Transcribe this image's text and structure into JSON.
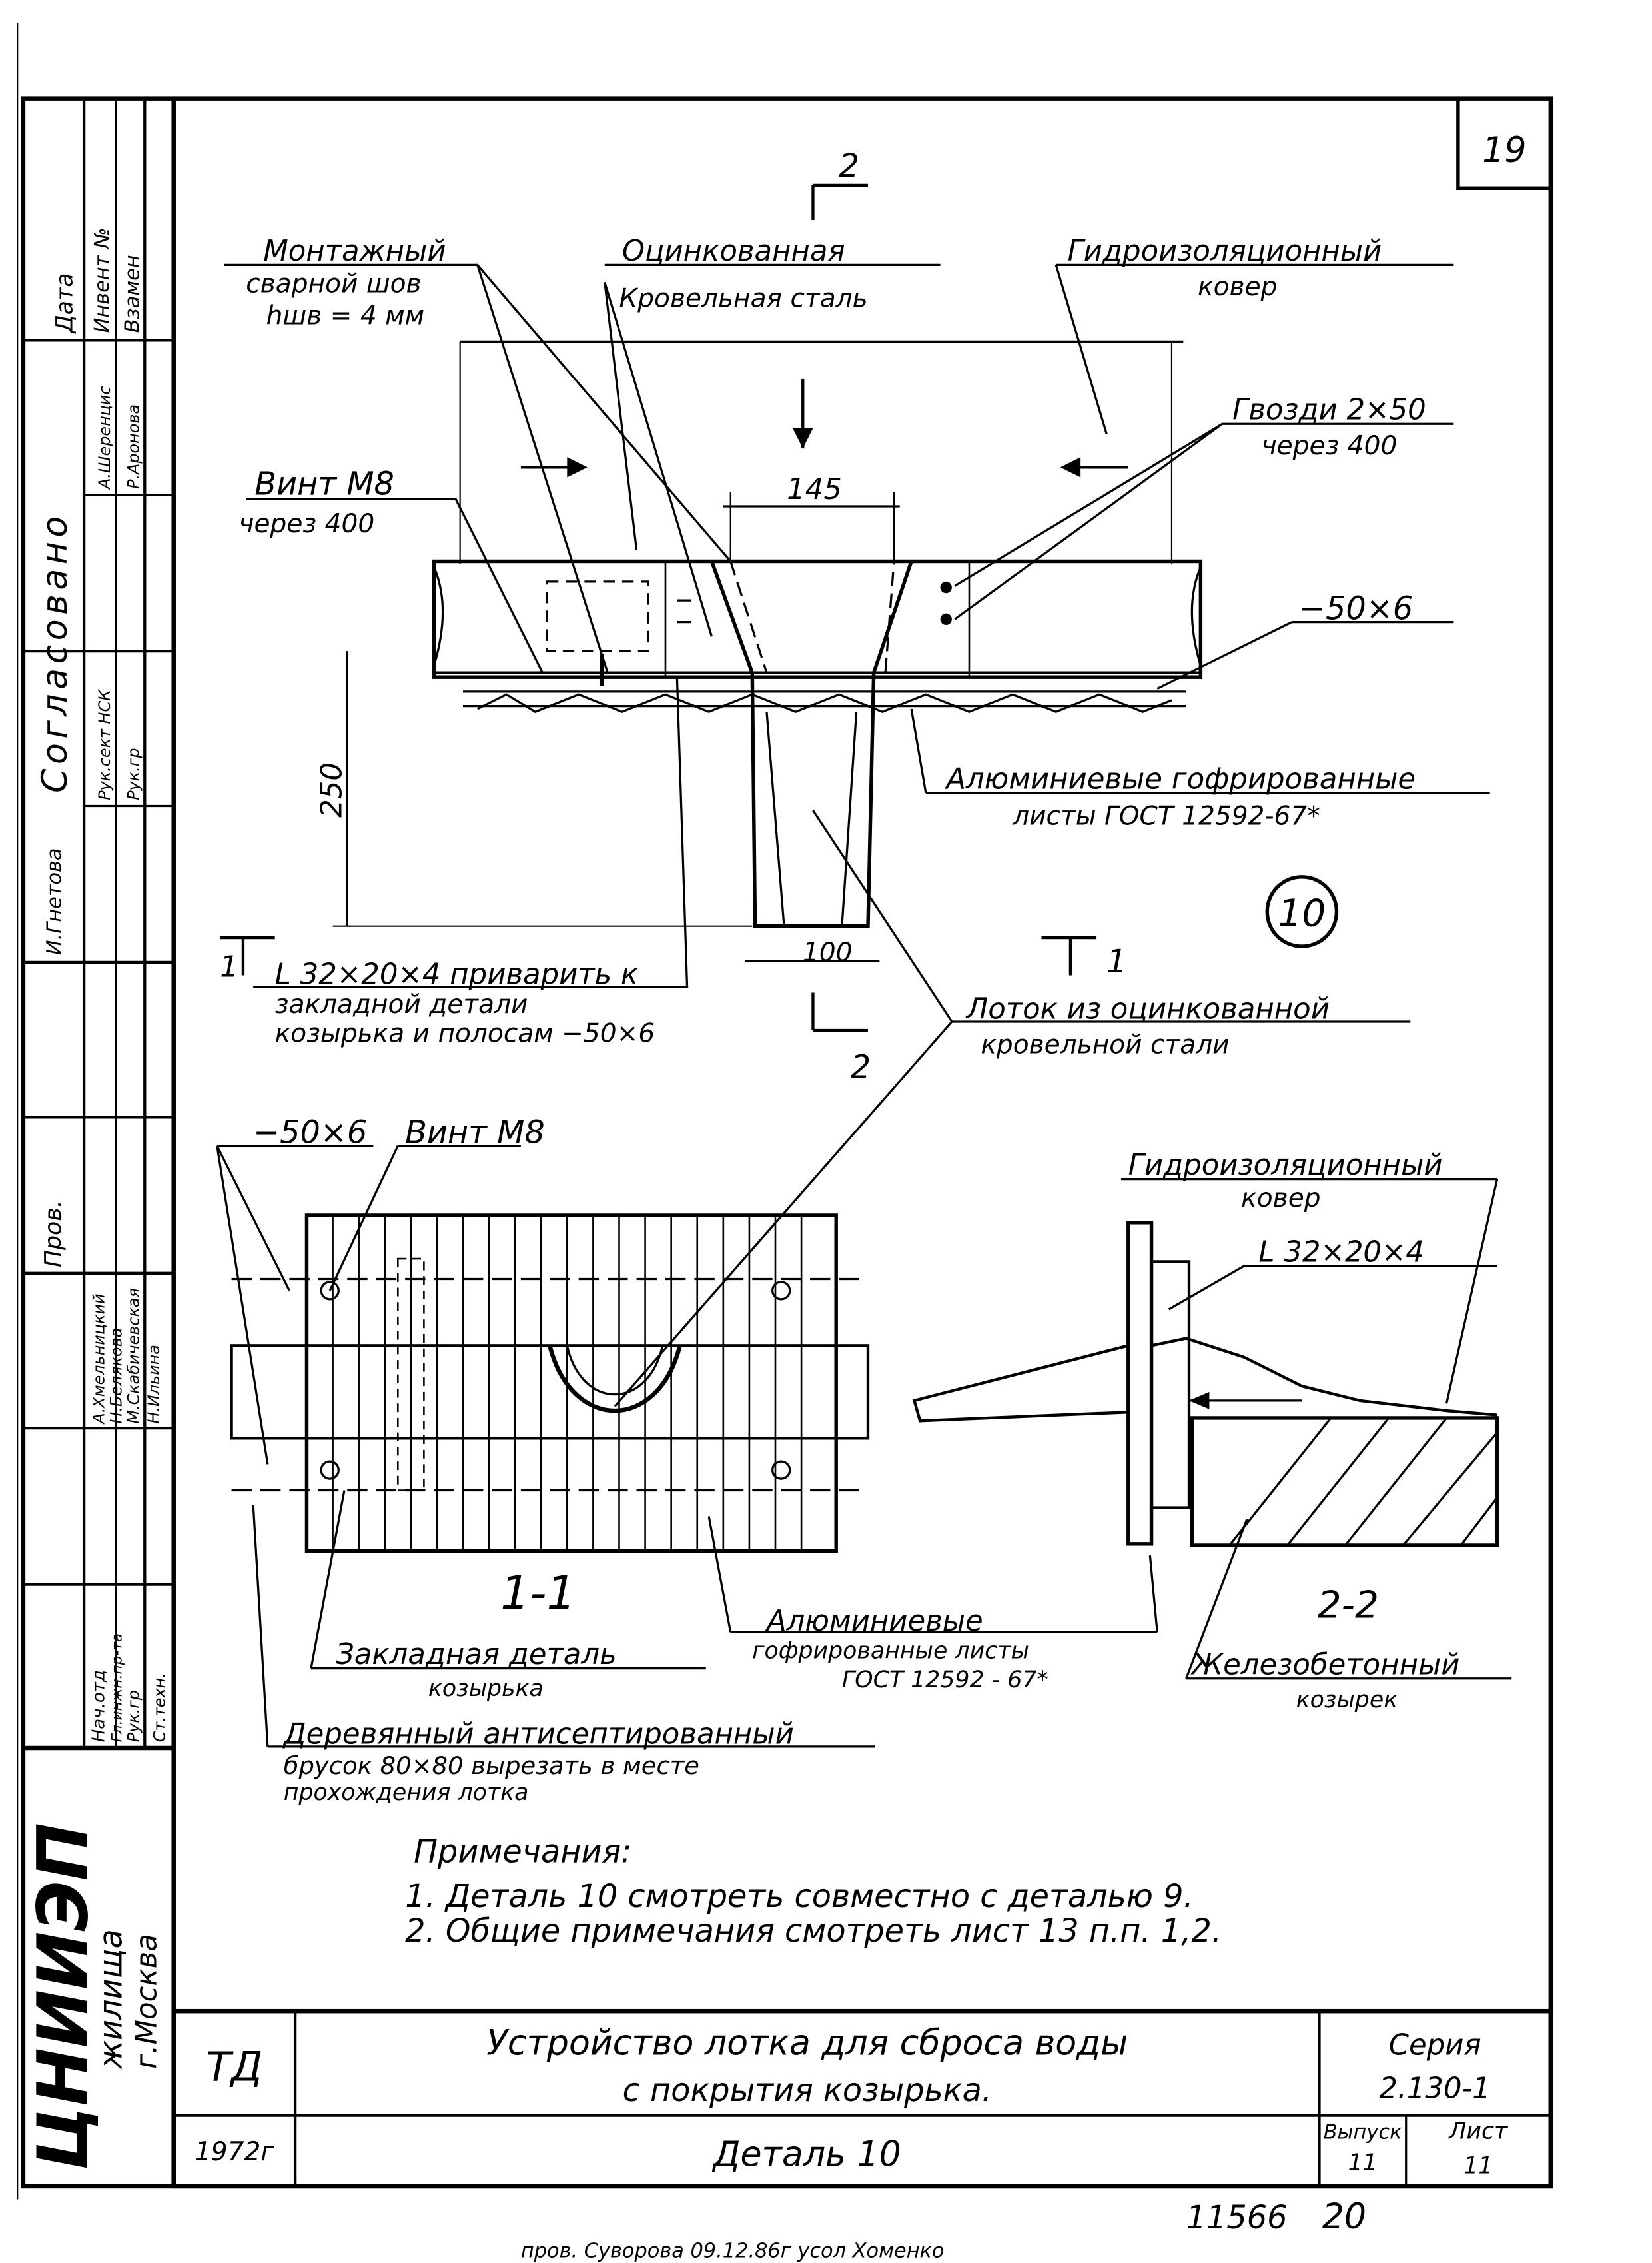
{
  "sheet": {
    "number": "19"
  },
  "stamps": {
    "date_header": "Дата",
    "inventory_header": "Инвент №",
    "replace_header": "Взамен",
    "agreed_title": "Согласовано",
    "agreed_1": "А.Шеренцис",
    "agreed_2": "Р.Аронова",
    "role_1": "Рук.сект НСК",
    "role_2": "Рук.гр",
    "agreed_3": "И.Гнетова",
    "checked": "Пров.",
    "checker_1": "А.Хмельницкий",
    "checker_2": "Н.Белякова",
    "checker_3": "М.Скабичевская",
    "checker_4": "Н.Ильина",
    "dept_1": "Нач.отд",
    "dept_2": "Гл.инжн.пр-та",
    "dept_3": "Рук.гр",
    "dept_4": "Ст.техн."
  },
  "org": {
    "logo": "ЦНИИЭП",
    "suffix": "жилища",
    "city": "г.Москва"
  },
  "sections": {
    "s2_top": "2",
    "s2_bottom": "2",
    "s1_left": "1",
    "s1_right": "1",
    "title_1_1": "1-1",
    "title_2_2": "2-2"
  },
  "drawing": {
    "detail_marker": "10"
  },
  "dimensions": {
    "d145": "145",
    "d250": "250",
    "d100": "100"
  },
  "labels": {
    "mounting_weld": [
      "Монтажный",
      "сварной шов",
      "hшв = 4 мм"
    ],
    "galvanized_steel": [
      "Оцинкованная",
      "Кровельная сталь"
    ],
    "waterproof_top": [
      "Гидроизоляционный",
      "ковер"
    ],
    "nails": [
      "Гвозди 2×50",
      "через 400"
    ],
    "screw_m8": [
      "Винт М8",
      "через 400"
    ],
    "strip": "−50×6",
    "aluminium_top": [
      "Алюминиевые гофрированные",
      "листы ГОСТ 12592-67*"
    ],
    "angle_weld": [
      "L 32×20×4 приварить к",
      "закладной детали",
      "козырька и полосам −50×6"
    ],
    "tray": [
      "Лоток из оцинкованной",
      "кровельной стали"
    ],
    "strip_1_1": "−50×6",
    "screw_1_1": "Винт М8",
    "waterproof_2_2": [
      "Гидроизоляционный",
      "ковер"
    ],
    "angle_2_2": "L 32×20×4",
    "embedded_part": [
      "Закладная деталь",
      "козырька"
    ],
    "aluminium_1_1": [
      "Алюминиевые",
      "гофрированные листы",
      "ГОСТ 12592 - 67*"
    ],
    "concrete": [
      "Железобетонный",
      "козырек"
    ],
    "beam": [
      "Деревянный антисептированный",
      "брусок 80×80  вырезать в месте",
      "прохождения лотка"
    ]
  },
  "notes": {
    "title": "Примечания:",
    "items": [
      "1.  Деталь 10 смотреть совместно с деталью 9.",
      "2.  Общие примечания смотреть лист 13 п.п. 1,2."
    ]
  },
  "title_block": {
    "code": "ТД",
    "year": "1972г",
    "title_line1": "Устройство лотка для сброса воды",
    "title_line2": "с покрытия козырька.",
    "detail": "Деталь 10",
    "series_label": "Серия",
    "series": "2.130-1",
    "issue_label": "Выпуск",
    "issue": "11",
    "sheet_label": "Лист",
    "sheet": "11"
  },
  "footer": {
    "archive": "11566",
    "page": "20",
    "signature": "пров. Суворова 09.12.86г    усол Хоменко"
  }
}
